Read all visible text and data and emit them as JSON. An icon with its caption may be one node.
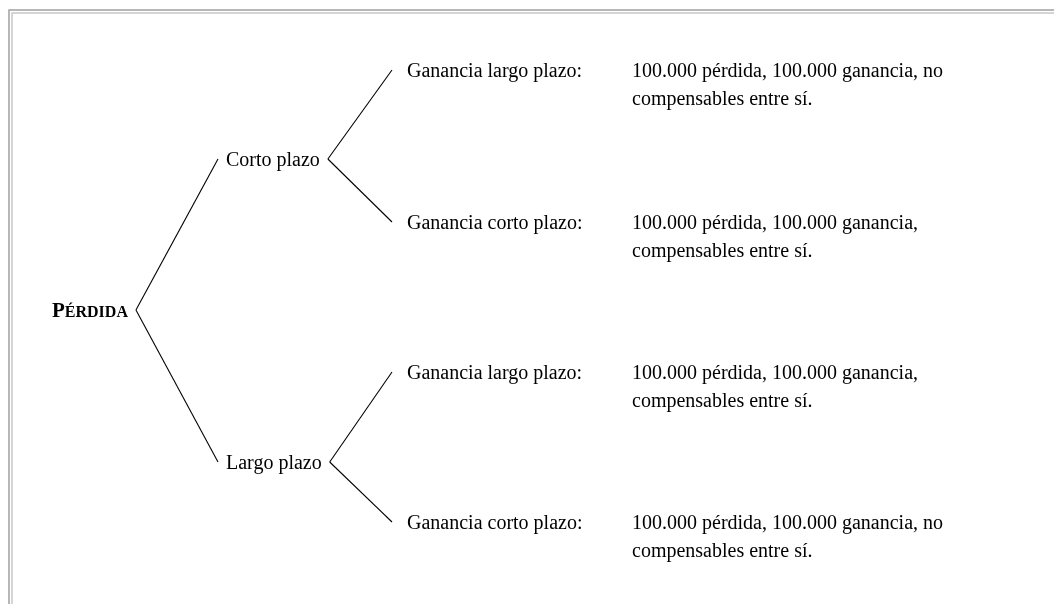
{
  "diagram": {
    "nodes": [
      {
        "text": [
          "PÉRDIDA"
        ]
      },
      {
        "text": [
          "Corto plazo"
        ]
      },
      {
        "text": [
          "Largo plazo"
        ]
      },
      {
        "text": [
          "Ganancia largo plazo:",
          "100.000 pérdida, 100.000 ganancia, no compensables entre sí."
        ]
      },
      {
        "text": [
          "Ganancia corto plazo:",
          "100.000 pérdida, 100.000 ganancia, compensables entre sí."
        ]
      },
      {
        "text": [
          "Ganancia largo plazo:",
          "100.000 pérdida, 100.000 ganancia, compensables entre sí."
        ]
      },
      {
        "text": [
          "Ganancia corto plazo:",
          "100.000 pérdida, 100.000 ganancia, no compensables entre sí."
        ]
      }
    ],
    "edges": [
      {
        "from": 0,
        "to": 1,
        "arrow": "none"
      },
      {
        "from": 0,
        "to": 2,
        "arrow": "none"
      },
      {
        "from": 1,
        "to": 3,
        "arrow": "none"
      },
      {
        "from": 1,
        "to": 4,
        "arrow": "none"
      },
      {
        "from": 2,
        "to": 5,
        "arrow": "none"
      },
      {
        "from": 2,
        "to": 6,
        "arrow": "none"
      }
    ]
  }
}
